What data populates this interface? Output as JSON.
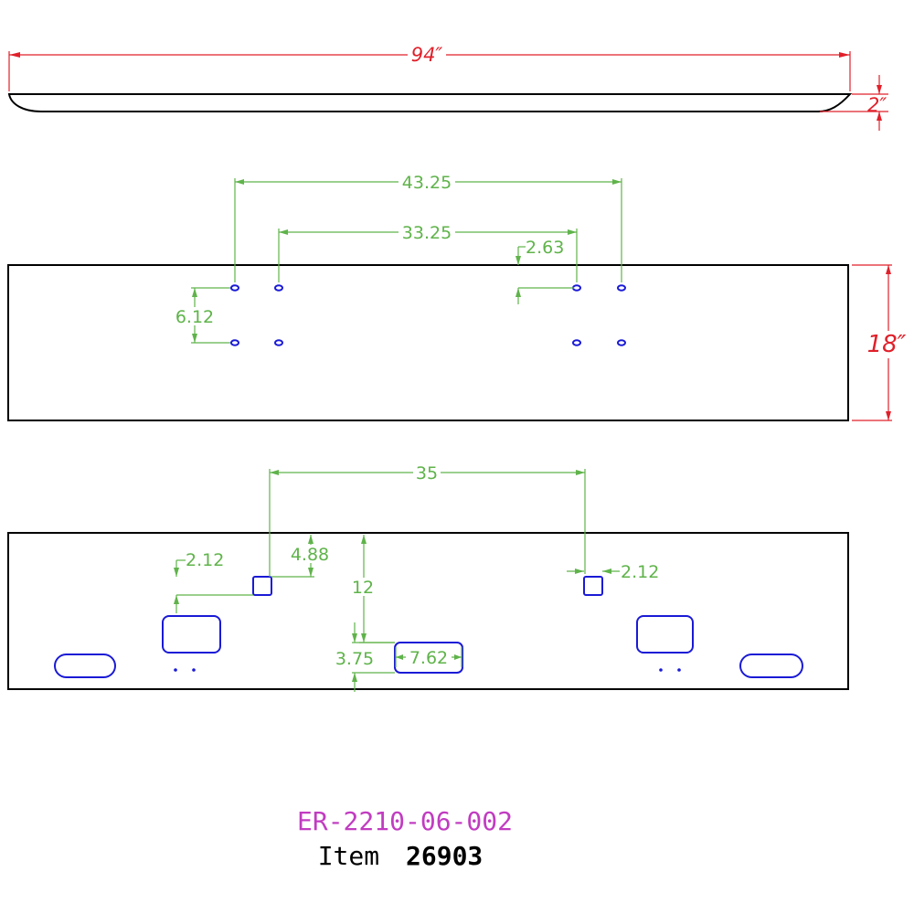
{
  "colors": {
    "outline": "#000000",
    "dimension_green": "#5fb34a",
    "dimension_red": "#e0202a",
    "holes_blue": "#1a1ad6",
    "part_number_magenta": "#c13cc1",
    "item_text": "#000000"
  },
  "top_view": {
    "length_label": "94″",
    "height_label": "2″"
  },
  "front_view": {
    "outer_spacing_label": "43.25",
    "inner_spacing_label": "33.25",
    "offset_label": "2.63",
    "vertical_spacing_label": "6.12",
    "height_label": "18″"
  },
  "bottom_view": {
    "square_spacing_label": "35",
    "left_offset_label": "2.12",
    "top_offset_label": "4.88",
    "center_height_label": "12",
    "right_offset_label": "2.12",
    "slot_height_label": "3.75",
    "slot_width_label": "7.62"
  },
  "title_block": {
    "part_number": "ER-2210-06-002",
    "item_label": "Item",
    "item_number": "26903"
  }
}
